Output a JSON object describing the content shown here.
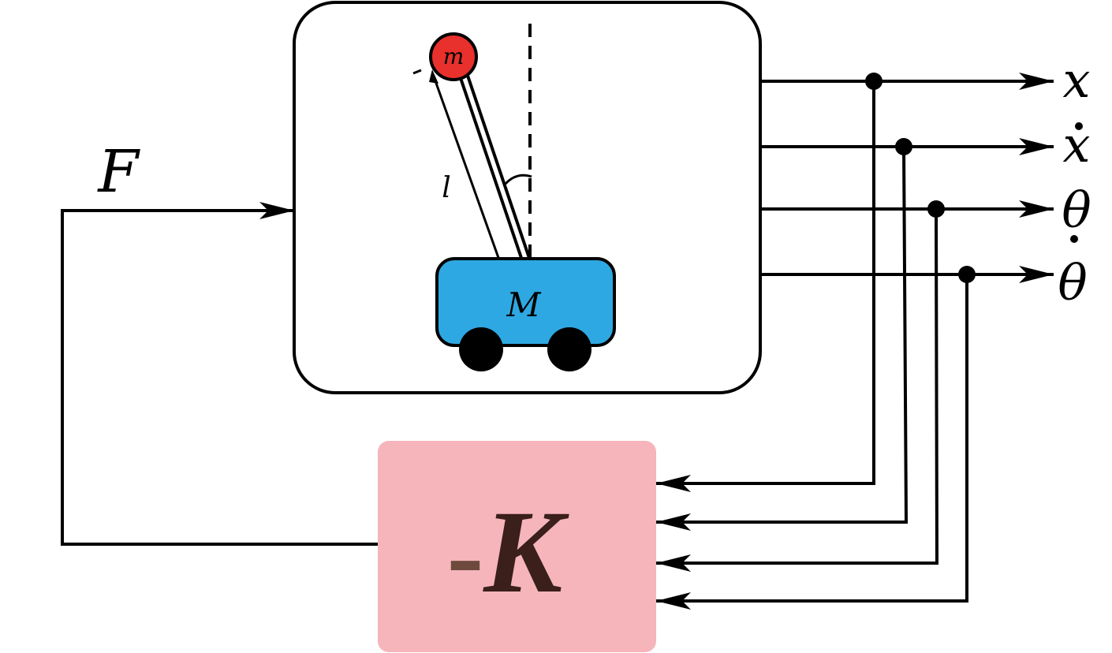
{
  "diagram": {
    "input_label": "F",
    "pendulum_mass_label": "m",
    "length_label": "l",
    "cart_mass_label": "M",
    "controller_label_sign": "-",
    "controller_label_gain": "K",
    "outputs": [
      "x",
      "x",
      "θ",
      "θ"
    ],
    "colors": {
      "pendulum_bob": "#e8302c",
      "cart": "#2ea8e2",
      "controller": "#f5b5bb",
      "controller_sign": "#6e4a3e",
      "controller_gain": "#3a1f1b",
      "wheels": "#000000",
      "lines": "#000000"
    }
  }
}
